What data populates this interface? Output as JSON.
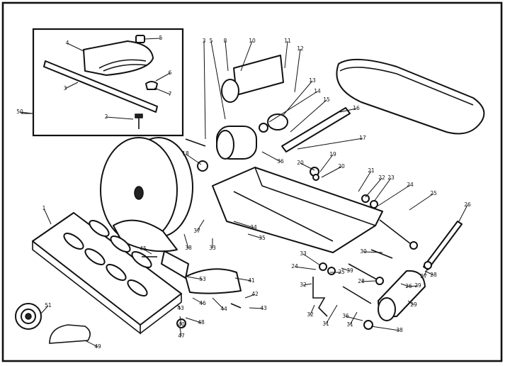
{
  "callouts": [
    {
      "label": "1"
    },
    {
      "label": "2"
    },
    {
      "label": "3"
    },
    {
      "label": "3"
    },
    {
      "label": "4"
    },
    {
      "label": "5"
    },
    {
      "label": "5"
    },
    {
      "label": "6"
    },
    {
      "label": "7"
    },
    {
      "label": "8"
    },
    {
      "label": "10"
    },
    {
      "label": "11"
    },
    {
      "label": "12"
    },
    {
      "label": "13"
    },
    {
      "label": "14"
    },
    {
      "label": "15"
    },
    {
      "label": "16"
    },
    {
      "label": "17"
    },
    {
      "label": "18"
    },
    {
      "label": "19"
    },
    {
      "label": "20"
    },
    {
      "label": "21"
    },
    {
      "label": "22"
    },
    {
      "label": "23"
    },
    {
      "label": "24"
    },
    {
      "label": "25"
    },
    {
      "label": "26"
    },
    {
      "label": "27"
    },
    {
      "label": "28"
    },
    {
      "label": "29"
    },
    {
      "label": "30"
    },
    {
      "label": "31"
    },
    {
      "label": "32"
    },
    {
      "label": "33"
    },
    {
      "label": "34"
    },
    {
      "label": "35"
    },
    {
      "label": "36"
    },
    {
      "label": "37"
    },
    {
      "label": "38"
    },
    {
      "label": "39"
    },
    {
      "label": "40"
    },
    {
      "label": "41"
    },
    {
      "label": "42"
    },
    {
      "label": "43"
    },
    {
      "label": "44"
    },
    {
      "label": "45"
    },
    {
      "label": "46"
    },
    {
      "label": "47"
    },
    {
      "label": "48"
    },
    {
      "label": "49"
    },
    {
      "label": "50"
    },
    {
      "label": "51"
    },
    {
      "label": "53"
    },
    {
      "label": "33"
    },
    {
      "label": "24"
    },
    {
      "label": "25"
    },
    {
      "label": "26"
    },
    {
      "label": "28"
    },
    {
      "label": "29"
    },
    {
      "label": "31"
    },
    {
      "label": "32"
    },
    {
      "label": "36"
    },
    {
      "label": "38"
    },
    {
      "label": "43"
    },
    {
      "label": "20"
    }
  ]
}
